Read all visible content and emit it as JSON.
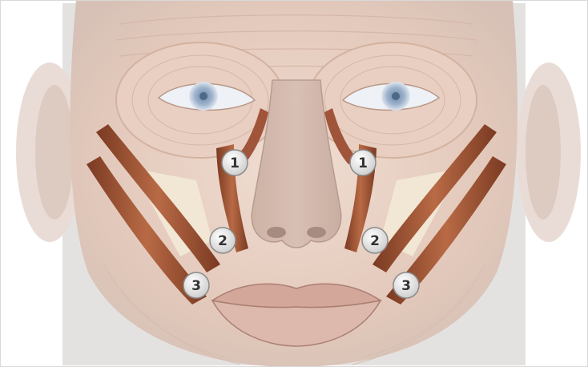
{
  "image": {
    "subject": "face-muscle-illustration",
    "markers": [
      {
        "id": "left-1",
        "label": "1"
      },
      {
        "id": "right-1",
        "label": "1"
      },
      {
        "id": "left-2",
        "label": "2"
      },
      {
        "id": "right-2",
        "label": "2"
      },
      {
        "id": "left-3",
        "label": "3"
      },
      {
        "id": "right-3",
        "label": "3"
      }
    ],
    "colors": {
      "skin": "#e8d4c8",
      "muscle": "#a35a35",
      "muscle_light": "#c98a5c",
      "eye": "#cfd8e6",
      "marker_fill": "#ececec"
    }
  }
}
